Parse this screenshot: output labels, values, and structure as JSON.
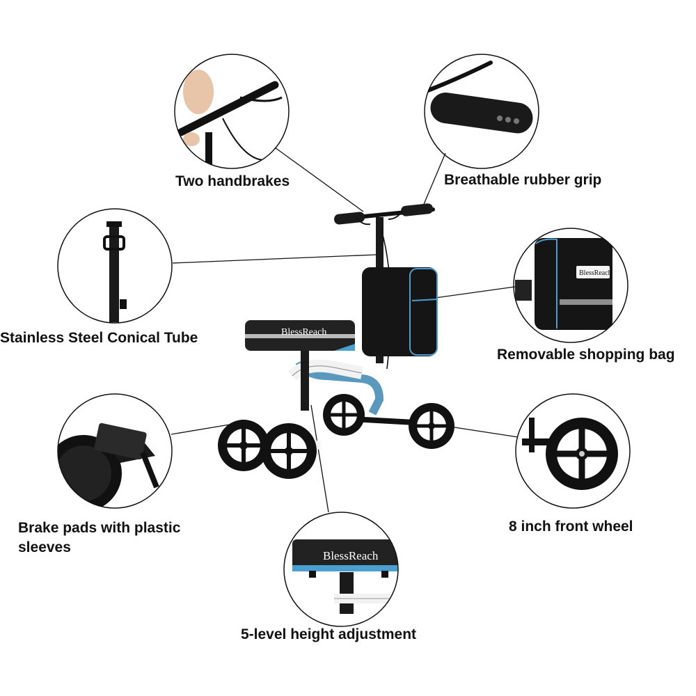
{
  "brand": "BlessReach",
  "colors": {
    "accent": "#4a9fd0",
    "frame": "#1a1a1a",
    "stripe": "#b9b9b9"
  },
  "callouts": [
    {
      "id": "handbrakes",
      "label": "Two handbrakes"
    },
    {
      "id": "grip",
      "label": "Breathable rubber grip"
    },
    {
      "id": "tube",
      "label": "Stainless Steel Conical Tube"
    },
    {
      "id": "bag",
      "label": "Removable shopping bag"
    },
    {
      "id": "brake-pads",
      "label": "Brake pads with plastic sleeves"
    },
    {
      "id": "front-wheel",
      "label": "8 inch front wheel"
    },
    {
      "id": "height",
      "label": "5-level height adjustment"
    }
  ]
}
